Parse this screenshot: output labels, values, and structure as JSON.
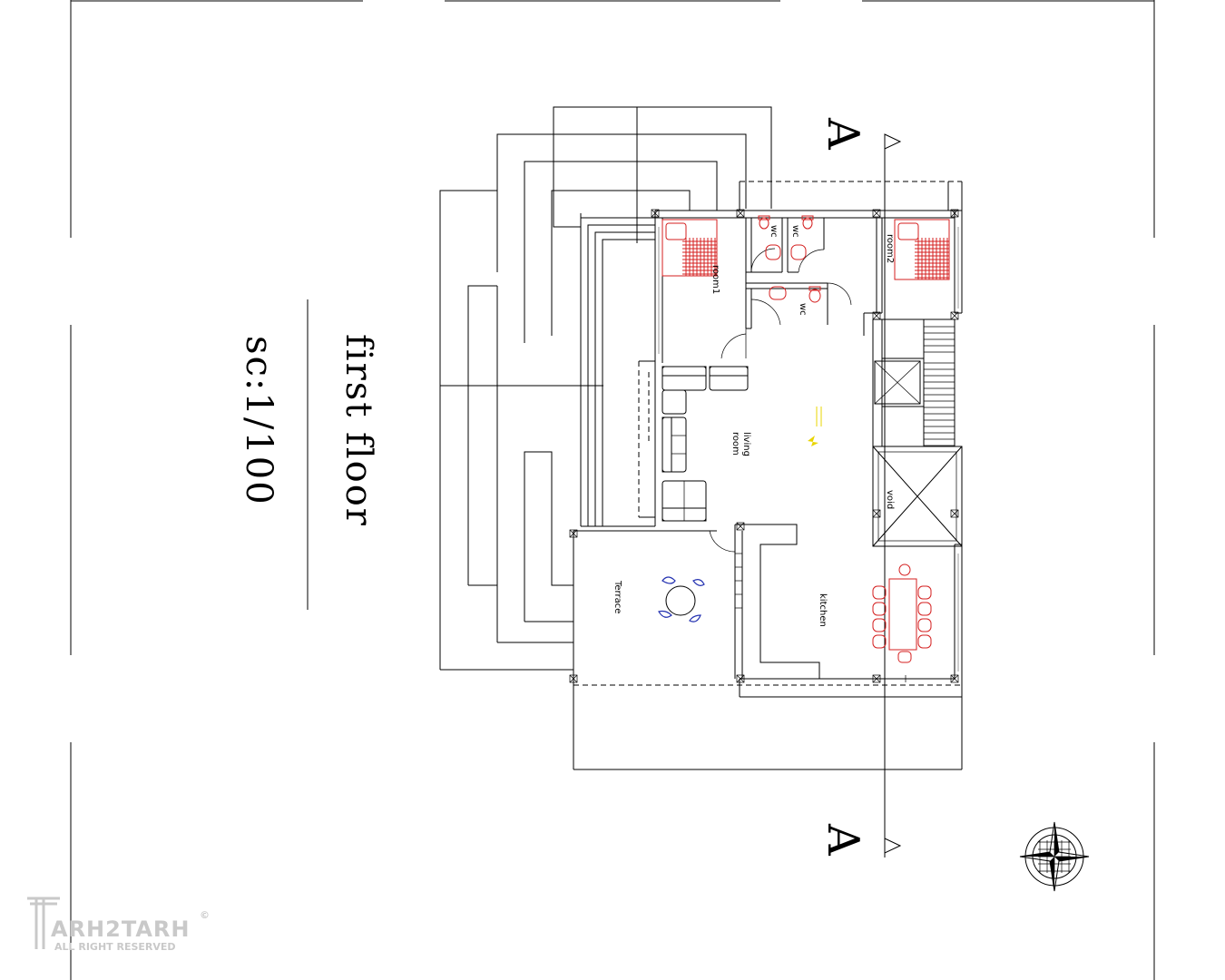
{
  "drawing": {
    "title": "first floor",
    "scale": "sc:1/100",
    "section_marker": "A"
  },
  "rooms": {
    "room1": "room1",
    "room2": "room2",
    "wc": "wc",
    "living": "living",
    "room": "room",
    "void": "void",
    "kitchen": "kitchen",
    "terrace": "Terrace"
  },
  "watermark": {
    "brand": "ARH2TARH",
    "rights": "ALL RIGHT RESERVED",
    "mark": "©"
  },
  "colors": {
    "fixtures_red": "#d41f1f",
    "furniture_blue": "#2230b0",
    "marker_yellow": "#e8d400"
  }
}
